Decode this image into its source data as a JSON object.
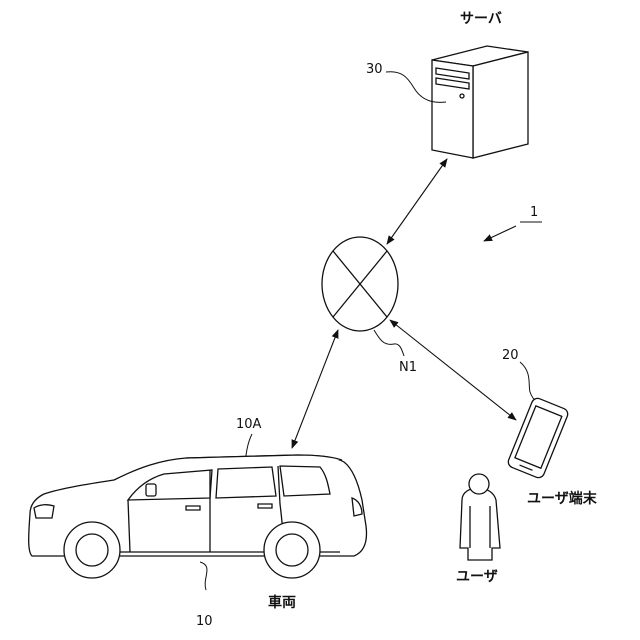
{
  "labels": {
    "server_title": "サーバ",
    "server_ref": "30",
    "system_ref": "1",
    "network_ref": "N1",
    "terminal_ref": "20",
    "terminal_title": "ユーザ端末",
    "user_title": "ユーザ",
    "vehicle_device_ref": "10A",
    "vehicle_title": "車両",
    "vehicle_ref": "10"
  },
  "colors": {
    "line": "#111111",
    "fill": "#ffffff",
    "paper": "#ffffff"
  }
}
